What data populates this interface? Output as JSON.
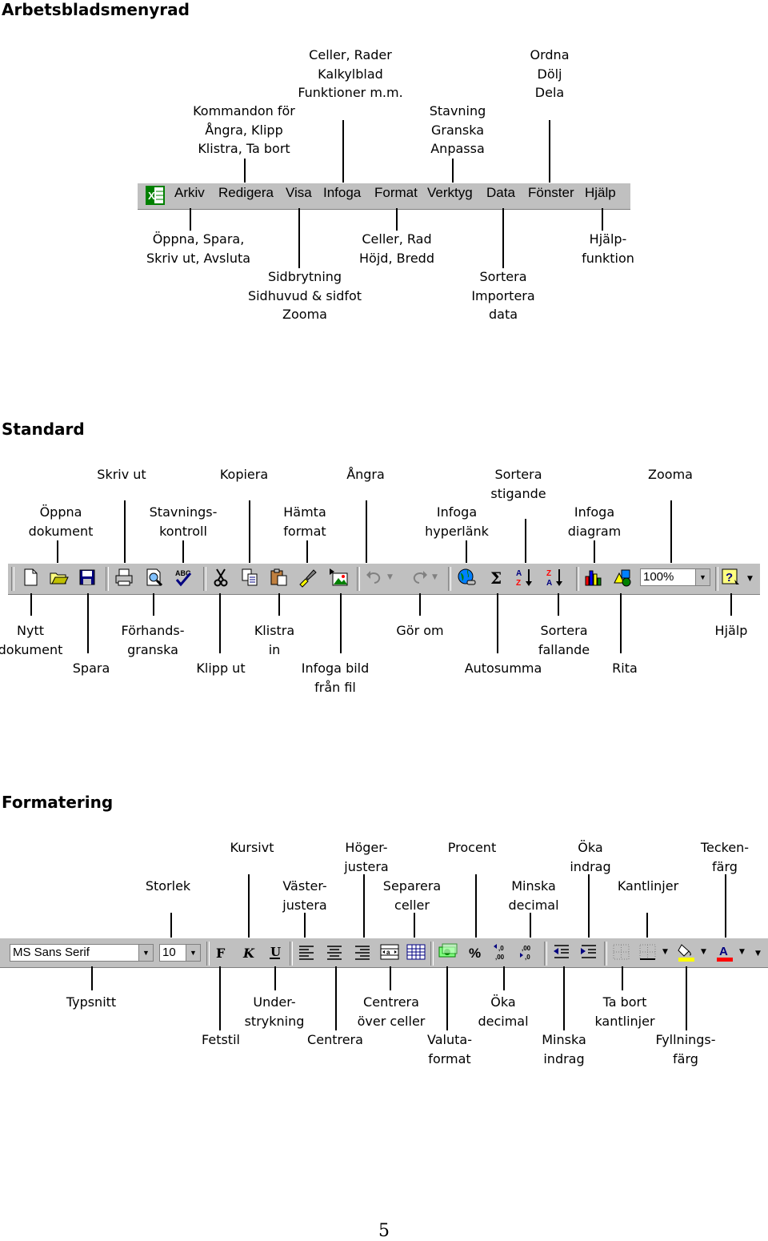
{
  "sections": {
    "menu": {
      "title": "Arbetsbladsmenyrad"
    },
    "standard": {
      "title": "Standard"
    },
    "format": {
      "title": "Formatering"
    }
  },
  "menubar": {
    "items": [
      "Arkiv",
      "Redigera",
      "Visa",
      "Infoga",
      "Format",
      "Verktyg",
      "Data",
      "Fönster",
      "Hjälp"
    ]
  },
  "menu_labels": {
    "above": [
      {
        "lines": [
          "Celler, Rader",
          "Kalkylblad",
          "Funktioner m.m."
        ]
      },
      {
        "lines": [
          "Ordna",
          "Dölj",
          "Dela"
        ]
      },
      {
        "lines": [
          "Kommandon för",
          "Ångra, Klipp",
          "Klistra, Ta bort"
        ]
      },
      {
        "lines": [
          "Stavning",
          "Granska",
          "Anpassa"
        ]
      }
    ],
    "below": [
      {
        "lines": [
          "Öppna, Spara,",
          "Skriv ut, Avsluta"
        ]
      },
      {
        "lines": [
          "Celler, Rad",
          "Höjd, Bredd"
        ]
      },
      {
        "lines": [
          "Hjälp-",
          "funktion"
        ]
      },
      {
        "lines": [
          "Sidbrytning",
          "Sidhuvud & sidfot",
          "Zooma"
        ]
      },
      {
        "lines": [
          "Sortera",
          "Importera",
          "data"
        ]
      }
    ]
  },
  "standard_toolbar": {
    "zoom_value": "100%"
  },
  "standard_labels": {
    "above": [
      {
        "lines": [
          "Skriv ut"
        ]
      },
      {
        "lines": [
          "Kopiera"
        ]
      },
      {
        "lines": [
          "Ångra"
        ]
      },
      {
        "lines": [
          "Sortera",
          "stigande"
        ]
      },
      {
        "lines": [
          "Zooma"
        ]
      },
      {
        "lines": [
          "Öppna",
          "dokument"
        ]
      },
      {
        "lines": [
          "Stavnings-",
          "kontroll"
        ]
      },
      {
        "lines": [
          "Hämta",
          "format"
        ]
      },
      {
        "lines": [
          "Infoga",
          "hyperlänk"
        ]
      },
      {
        "lines": [
          "Infoga",
          "diagram"
        ]
      }
    ],
    "below": [
      {
        "lines": [
          "Nytt",
          "dokument"
        ]
      },
      {
        "lines": [
          "Förhands-",
          "granska"
        ]
      },
      {
        "lines": [
          "Klistra",
          "in"
        ]
      },
      {
        "lines": [
          "Gör om"
        ]
      },
      {
        "lines": [
          "Sortera",
          "fallande"
        ]
      },
      {
        "lines": [
          "Hjälp"
        ]
      },
      {
        "lines": [
          "Spara"
        ]
      },
      {
        "lines": [
          "Klipp ut"
        ]
      },
      {
        "lines": [
          "Infoga bild",
          "från fil"
        ]
      },
      {
        "lines": [
          "Autosumma"
        ]
      },
      {
        "lines": [
          "Rita"
        ]
      }
    ]
  },
  "format_toolbar": {
    "font_value": "MS Sans Serif",
    "size_value": "10"
  },
  "format_labels": {
    "above": [
      {
        "lines": [
          "Kursivt"
        ]
      },
      {
        "lines": [
          "Höger-",
          "justera"
        ]
      },
      {
        "lines": [
          "Procent"
        ]
      },
      {
        "lines": [
          "Öka",
          "indrag"
        ]
      },
      {
        "lines": [
          "Tecken-",
          "färg"
        ]
      },
      {
        "lines": [
          "Storlek"
        ]
      },
      {
        "lines": [
          "Väster-",
          "justera"
        ]
      },
      {
        "lines": [
          "Separera",
          "celler"
        ]
      },
      {
        "lines": [
          "Minska",
          "decimal"
        ]
      },
      {
        "lines": [
          "Kantlinjer"
        ]
      }
    ],
    "below": [
      {
        "lines": [
          "Typsnitt"
        ]
      },
      {
        "lines": [
          "Under-",
          "strykning"
        ]
      },
      {
        "lines": [
          "Centrera",
          "över celler"
        ]
      },
      {
        "lines": [
          "Öka",
          "decimal"
        ]
      },
      {
        "lines": [
          "Ta bort",
          "kantlinjer"
        ]
      },
      {
        "lines": [
          "Fetstil"
        ]
      },
      {
        "lines": [
          "Centrera"
        ]
      },
      {
        "lines": [
          "Valuta-",
          "format"
        ]
      },
      {
        "lines": [
          "Minska",
          "indrag"
        ]
      },
      {
        "lines": [
          "Fyllnings-",
          "färg"
        ]
      }
    ]
  },
  "page_number": "5"
}
